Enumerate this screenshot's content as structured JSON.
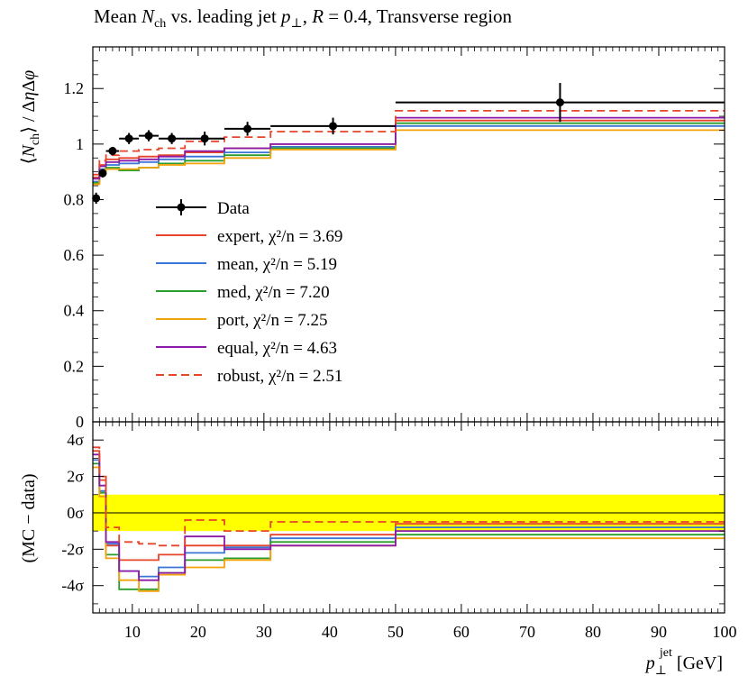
{
  "title_text": "Mean N_ch vs. leading jet p⊥, R = 0.4, Transverse region",
  "chart_data": [
    {
      "type": "line",
      "panel": "main",
      "xlabel": "p⊥^jet [GeV]",
      "ylabel": "⟨N_ch⟩ / ΔηΔφ",
      "xlim": [
        4,
        100
      ],
      "ylim": [
        0,
        1.35
      ],
      "xticks": [
        10,
        20,
        30,
        40,
        50,
        60,
        70,
        80,
        90,
        100
      ],
      "xtick_labels": [
        "10",
        "20",
        "30",
        "40",
        "50",
        "60",
        "70",
        "80",
        "90",
        "100"
      ],
      "yticks": [
        0,
        0.2,
        0.4,
        0.6,
        0.8,
        1,
        1.2
      ],
      "ytick_labels": [
        "0",
        "0.2",
        "0.4",
        "0.6",
        "0.8",
        "1",
        "1.2"
      ],
      "legend_position": "center-left",
      "bin_edges": [
        4,
        5,
        6,
        8,
        11,
        14,
        18,
        24,
        31,
        50,
        100
      ],
      "data": {
        "name": "Data",
        "x": [
          4.5,
          5.5,
          7,
          9.5,
          12.5,
          16,
          21,
          27.5,
          40.5,
          75
        ],
        "y": [
          0.805,
          0.895,
          0.975,
          1.02,
          1.03,
          1.02,
          1.02,
          1.055,
          1.065,
          1.15
        ],
        "yerr": [
          0.02,
          0.015,
          0.015,
          0.02,
          0.02,
          0.02,
          0.025,
          0.025,
          0.03,
          0.07
        ]
      },
      "series": [
        {
          "name": "expert, χ²/n = 3.69",
          "color": "#e8442a",
          "dash": false,
          "values": [
            0.88,
            0.925,
            0.945,
            0.95,
            0.955,
            0.96,
            0.97,
            0.985,
            1.0,
            1.085
          ]
        },
        {
          "name": "mean, χ²/n = 5.19",
          "color": "#3a75d6",
          "dash": false,
          "values": [
            0.865,
            0.91,
            0.925,
            0.93,
            0.935,
            0.945,
            0.955,
            0.97,
            0.99,
            1.065
          ]
        },
        {
          "name": "med, χ²/n = 7.20",
          "color": "#2a9e2a",
          "dash": false,
          "values": [
            0.86,
            0.905,
            0.915,
            0.905,
            0.915,
            0.93,
            0.94,
            0.96,
            0.985,
            1.075
          ]
        },
        {
          "name": "port, χ²/n = 7.25",
          "color": "#f5a20a",
          "dash": false,
          "values": [
            0.855,
            0.9,
            0.91,
            0.91,
            0.915,
            0.925,
            0.93,
            0.95,
            0.98,
            1.05
          ]
        },
        {
          "name": "equal, χ²/n = 4.63",
          "color": "#8a1aa8",
          "dash": false,
          "values": [
            0.875,
            0.92,
            0.935,
            0.94,
            0.945,
            0.955,
            0.975,
            0.985,
            1.0,
            1.095
          ]
        },
        {
          "name": "robust, χ²/n = 2.51",
          "color": "#e8442a",
          "dash": true,
          "values": [
            0.89,
            0.94,
            0.96,
            0.975,
            0.98,
            0.985,
            1.01,
            1.025,
            1.045,
            1.12
          ]
        }
      ]
    },
    {
      "type": "line",
      "panel": "ratio",
      "ylabel": "(MC − data)",
      "ylim": [
        -5.5,
        5
      ],
      "yticks": [
        -4,
        -2,
        0,
        2,
        4
      ],
      "ytick_labels": [
        "-4σ",
        "-2σ",
        "0σ",
        "2σ",
        "4σ"
      ],
      "band": {
        "low": -1,
        "high": 1,
        "color": "#ffff00"
      },
      "series": [
        {
          "name": "expert",
          "values": [
            3.4,
            1.8,
            -1.8,
            -2.6,
            -2.6,
            -2.3,
            -1.8,
            -1.8,
            -1.2,
            -0.6
          ]
        },
        {
          "name": "mean",
          "values": [
            2.9,
            1.2,
            -1.7,
            -3.2,
            -3.5,
            -3.0,
            -2.2,
            -1.9,
            -1.4,
            -0.8
          ]
        },
        {
          "name": "med",
          "values": [
            2.7,
            1.1,
            -2.3,
            -4.2,
            -4.2,
            -3.3,
            -2.6,
            -2.5,
            -1.6,
            -1.2
          ]
        },
        {
          "name": "port",
          "values": [
            2.5,
            0.9,
            -2.5,
            -3.7,
            -4.3,
            -3.4,
            -3.0,
            -2.6,
            -1.8,
            -1.4
          ]
        },
        {
          "name": "equal",
          "values": [
            3.2,
            1.5,
            -1.6,
            -3.2,
            -3.7,
            -3.3,
            -1.3,
            -2.0,
            -1.8,
            -1.0
          ]
        },
        {
          "name": "robust",
          "values": [
            3.6,
            2.0,
            -0.8,
            -1.6,
            -1.7,
            -1.8,
            -0.4,
            -1.0,
            -0.5,
            -0.5
          ]
        }
      ]
    }
  ]
}
